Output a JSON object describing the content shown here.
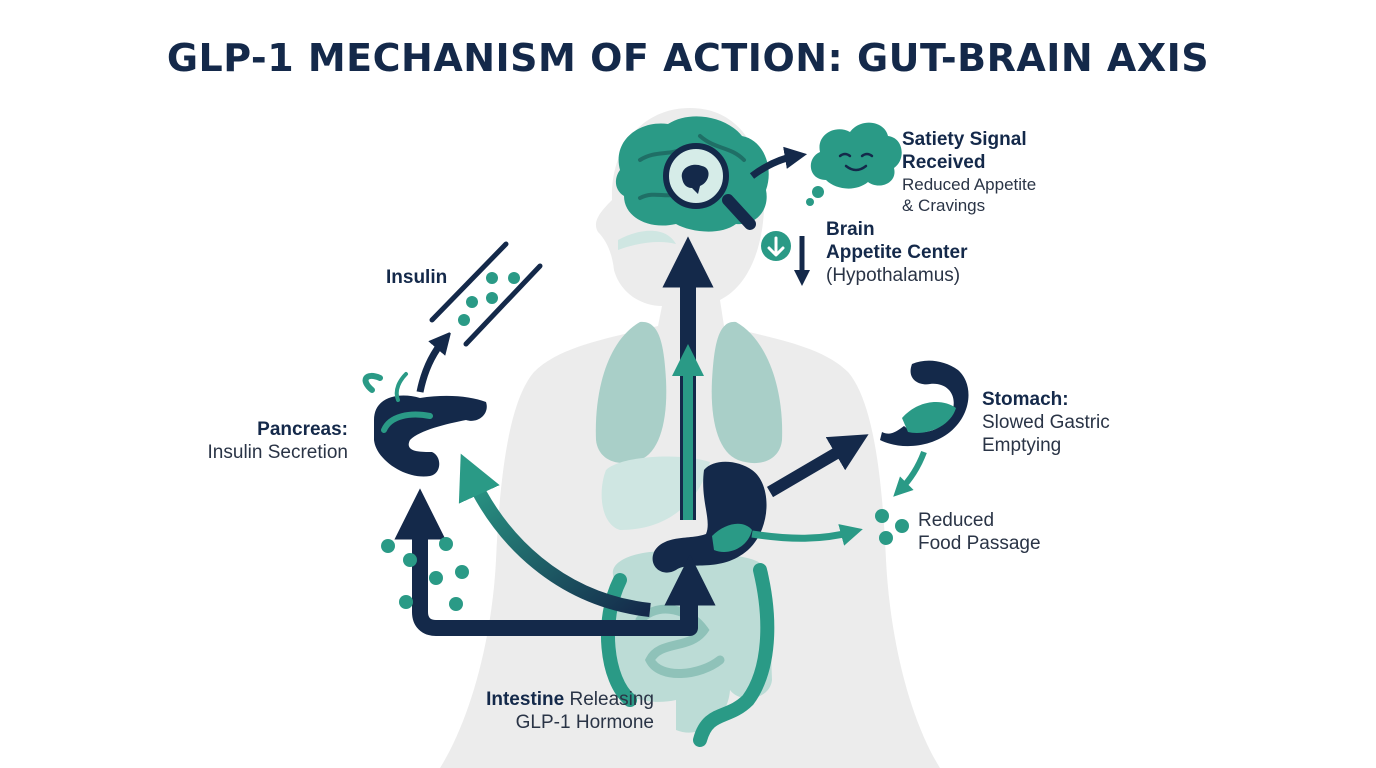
{
  "title": "GLP-1 MECHANISM OF ACTION: GUT-BRAIN AXIS",
  "colors": {
    "navy": "#14294a",
    "teal": "#2a9a86",
    "teal_dark": "#1f6f66",
    "silhouette": "#ececec",
    "organ_light": "#a9cfc8"
  },
  "labels": {
    "satiety": {
      "title_line1": "Satiety Signal",
      "title_line2": "Received",
      "sub_line1": "Reduced Appetite",
      "sub_line2": "& Cravings"
    },
    "brain": {
      "line1": "Brain",
      "line2": "Appetite Center",
      "line3": "(Hypothalamus)"
    },
    "insulin": "Insulin",
    "pancreas": {
      "title": "Pancreas:",
      "sub": "Insulin Secretion"
    },
    "stomach": {
      "title": "Stomach:",
      "sub_line1": "Slowed Gastric",
      "sub_line2": "Emptying"
    },
    "food": {
      "line1": "Reduced",
      "line2": "Food Passage"
    },
    "intestine": {
      "bold": "Intestine",
      "rest": "Releasing",
      "line2": "GLP-1 Hormone"
    }
  },
  "icons": [
    "magnifier-brain-icon",
    "thought-cloud-smiley-icon",
    "down-arrow-circle-icon",
    "blood-vessel-icon",
    "pancreas-icon",
    "stomach-icon"
  ]
}
